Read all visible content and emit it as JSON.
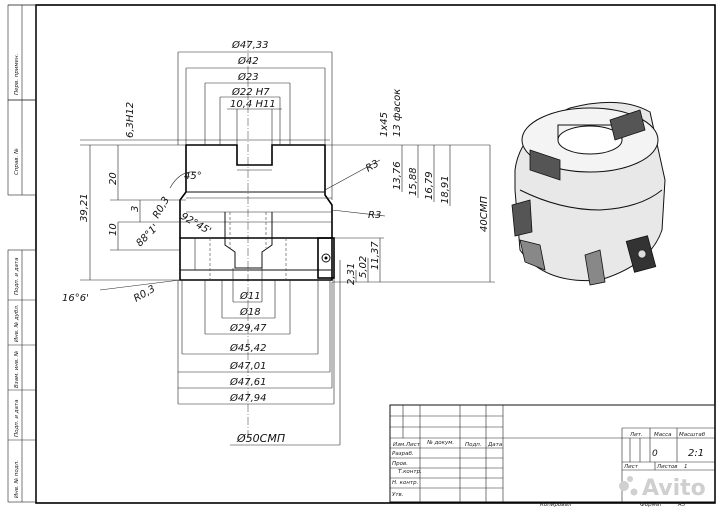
{
  "side_labels": {
    "perv_primen": "Перв. примен.",
    "sprav_no": "Справ. №",
    "podp_data_1": "Подп. и дата",
    "inv_dubl": "Инв. № дубл.",
    "vzam_inv": "Взам. инв. №",
    "podp_data_2": "Подп. и дата",
    "inv_podl": "Инв. № подл."
  },
  "dims_top": {
    "d47_33": "Ø47,33",
    "d42": "Ø42",
    "d23": "Ø23",
    "d22h7": "Ø22 H7",
    "w10_4": "10,4 H11",
    "h6_3": "6,3H12",
    "chamfer": "1x45",
    "chamfer_count": "13 фасок"
  },
  "dims_left": {
    "h39_21": "39,21",
    "h20": "20",
    "h10": "10",
    "h3": "3",
    "r0_3": "R0,3",
    "r0_3b": "R0,3",
    "a45": "45°",
    "a92_45": "92°45'",
    "a88_1": "88°1'",
    "a16_6": "16°6'"
  },
  "dims_right": {
    "r3a": "R3",
    "r3b": "R3",
    "h13_76": "13,76",
    "h15_88": "15,88",
    "h16_79": "16,79",
    "h18_91": "18,91",
    "h40": "40СМП",
    "h11_37": "11,37",
    "h5_02": "5,02",
    "h2_31": "2,31"
  },
  "dims_bottom": {
    "d11": "Ø11",
    "d18": "Ø18",
    "d29_47": "Ø29,47",
    "d45_42": "Ø45,42",
    "d47_01": "Ø47,01",
    "d47_61": "Ø47,61",
    "d47_94": "Ø47,94",
    "d50": "Ø50СМП"
  },
  "title_block": {
    "izm": "Изм.",
    "list": "Лист",
    "no_dokum": "№ докум.",
    "podp": "Подп.",
    "data": "Дата",
    "razrab": "Разраб.",
    "prov": "Пров.",
    "t_kontr": "Т.контр.",
    "n_kontr": "Н. контр.",
    "utv": "Утв.",
    "lit": "Лит.",
    "massa": "Масса",
    "masshtab": "Масштаб",
    "massa_value": "0",
    "scale_value": "2:1",
    "list_label": "Лист",
    "listov_label": "Листов",
    "listov_value": "1",
    "kopiroval": "Копировал",
    "format": "Формат",
    "format_value": "А3"
  },
  "watermark": "Avito"
}
